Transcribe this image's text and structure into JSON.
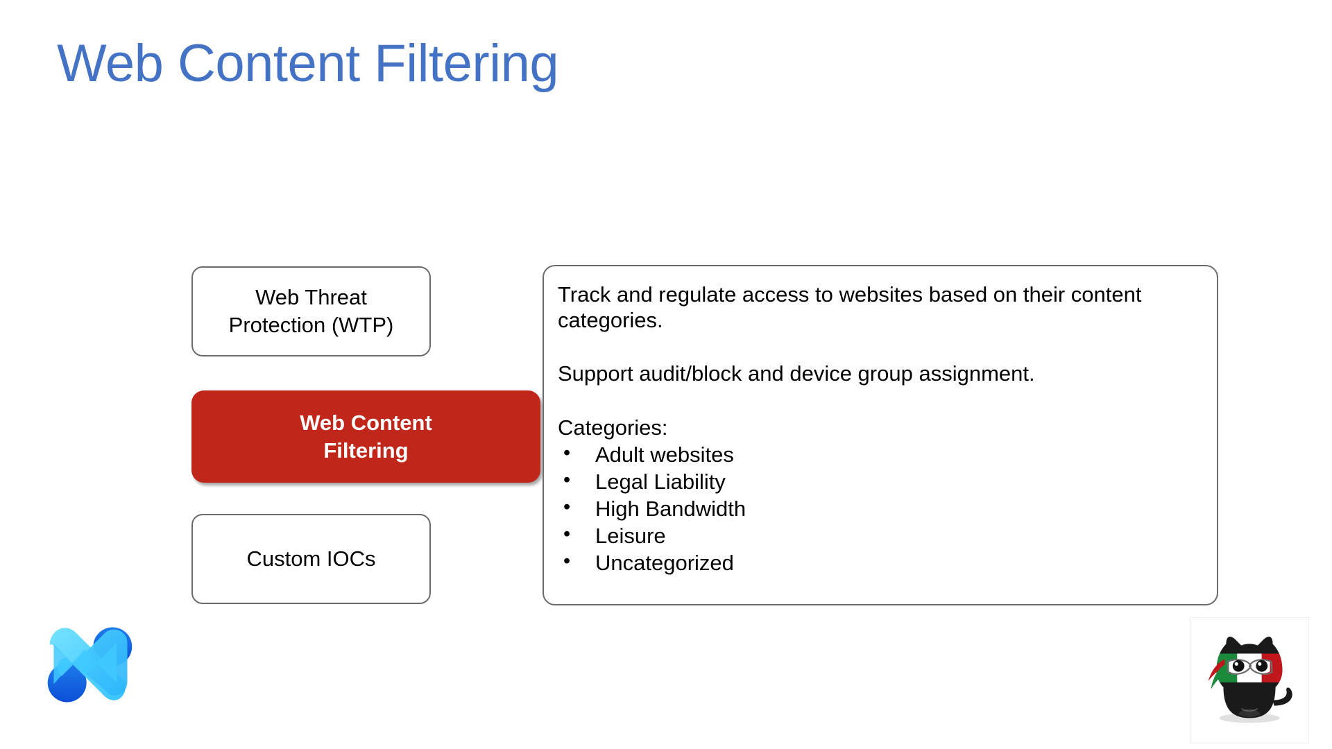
{
  "slide": {
    "title": "Web Content Filtering",
    "title_color": "#4472C4",
    "background_color": "#FFFFFF"
  },
  "nav": {
    "accent_color": "#C0271A",
    "items": [
      {
        "label": "Web Threat\nProtection (WTP)",
        "line1": "Web Threat",
        "line2": "Protection (WTP)",
        "active": false
      },
      {
        "label": "Web Content\nFiltering",
        "line1": "Web Content",
        "line2": "Filtering",
        "active": true
      },
      {
        "label": "Custom IOCs",
        "line1": "Custom IOCs",
        "line2": "",
        "active": false
      }
    ]
  },
  "detail": {
    "paragraph1": "Track and regulate access to websites based on their content categories.",
    "paragraph2": "Support audit/block and device group assignment.",
    "categories_heading": "Categories:",
    "categories": [
      "Adult websites",
      "Legal Liability",
      "High Bandwidth",
      "Leisure",
      "Uncategorized"
    ]
  },
  "footer": {
    "brand_logo": "mxdr-wave-logo-icon",
    "mascot": "ninja-cat-mascot-icon",
    "brand_colors": {
      "light_cyan": "#4FD2FF",
      "mid_blue": "#2BA8F7",
      "deep_blue": "#0C62E0"
    },
    "mascot_colors": {
      "body": "#1A1A1A",
      "band_green": "#1A8A3C",
      "band_white": "#FFFFFF",
      "band_red": "#C0161C"
    }
  }
}
